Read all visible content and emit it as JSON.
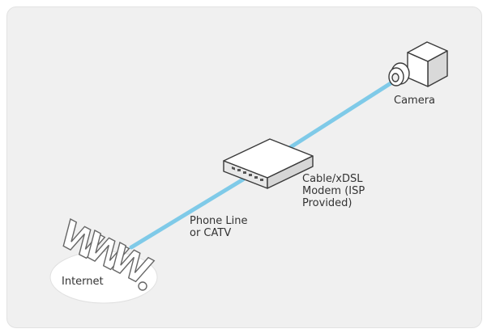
{
  "diagram": {
    "nodes": {
      "camera": {
        "label": "Camera"
      },
      "modem": {
        "label": "Cable/xDSL\nModem (ISP\nProvided)"
      },
      "internet": {
        "label": "Internet"
      }
    },
    "edges": {
      "phone_line": {
        "label": "Phone Line\nor CATV"
      }
    },
    "colors": {
      "background": "#f0f0f0",
      "cable": "#7fcae8",
      "device_outline": "#3a3a3a",
      "text": "#333333"
    },
    "icons": {
      "camera": "camera-icon",
      "modem": "modem-icon",
      "internet": "www-globe-icon"
    }
  }
}
